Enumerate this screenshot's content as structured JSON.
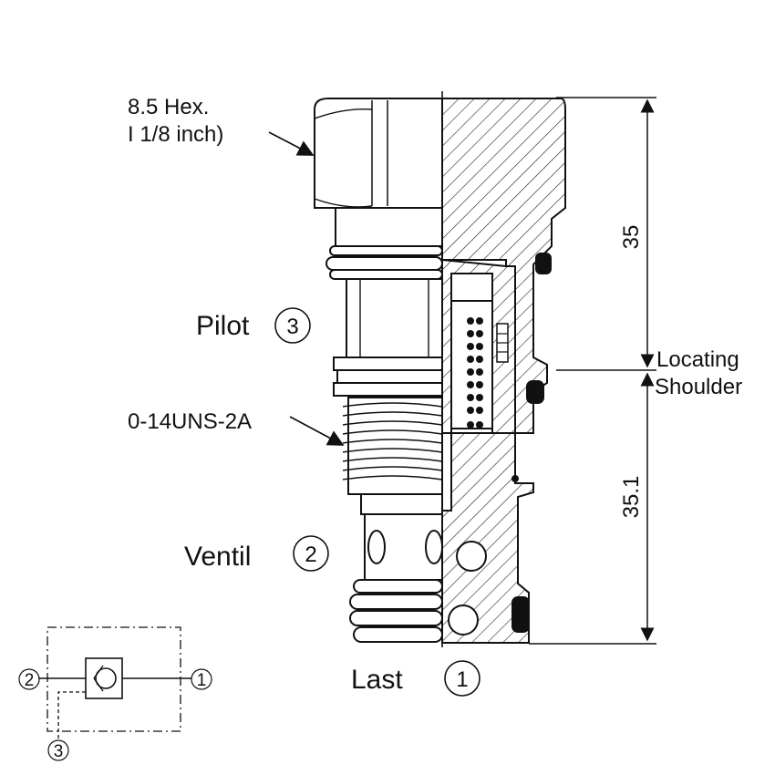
{
  "hex_label": {
    "line1": "8.5 Hex.",
    "line2": "I 1/8 inch)"
  },
  "pilot": {
    "label": "Pilot",
    "port": "3"
  },
  "thread": {
    "label": "0-14UNS-2A"
  },
  "ventil": {
    "label": "Ventil",
    "port": "2"
  },
  "last": {
    "label": "Last",
    "port": "1"
  },
  "dimensions": {
    "upper": "35",
    "lower": "35.1"
  },
  "locating": {
    "line1": "Locating",
    "line2": "Shoulder"
  },
  "symbol": {
    "port_left": "2",
    "port_right": "1",
    "port_bottom": "3"
  }
}
